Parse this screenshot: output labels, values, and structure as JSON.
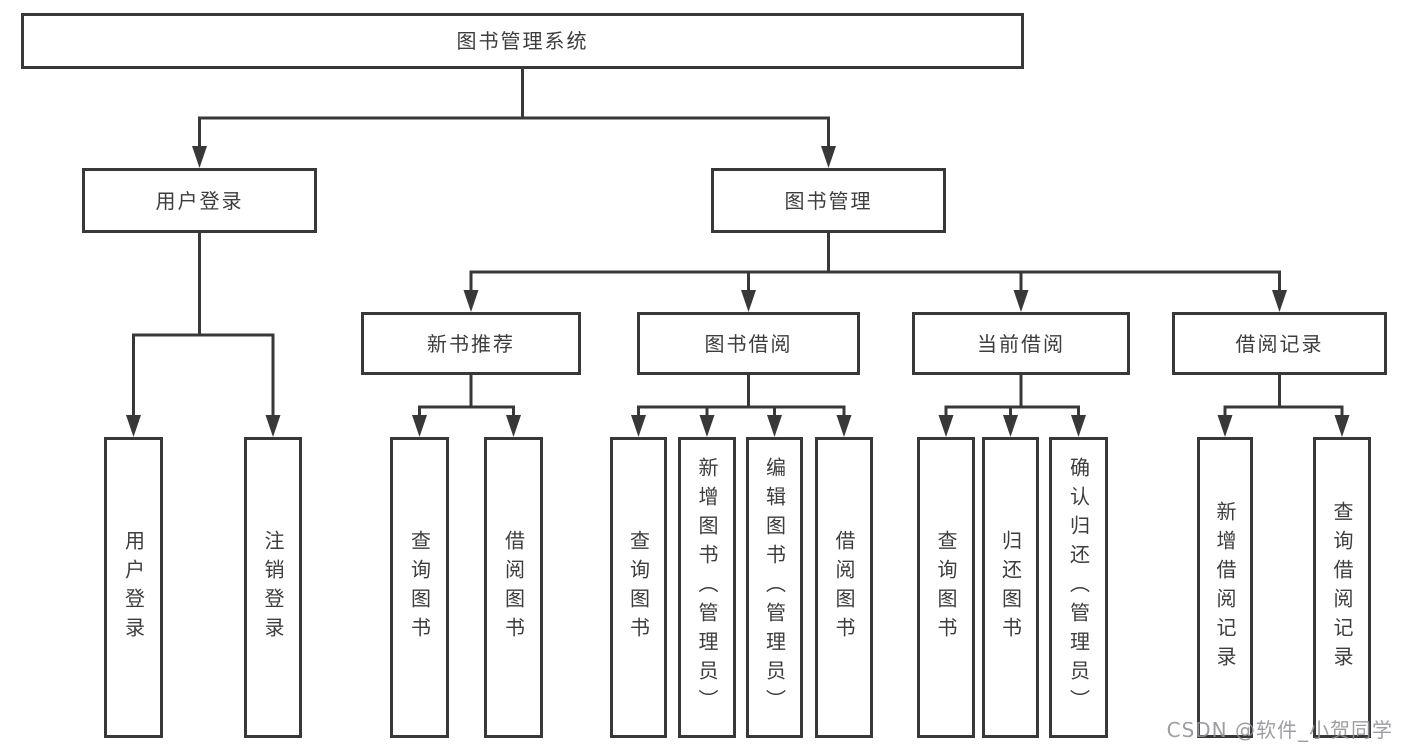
{
  "tree": {
    "label": "图书管理系统",
    "children": [
      {
        "label": "用户登录",
        "children": [
          {
            "label": "用户登录"
          },
          {
            "label": "注销登录"
          }
        ]
      },
      {
        "label": "图书管理",
        "children": [
          {
            "label": "新书推荐",
            "children": [
              {
                "label": "查询图书"
              },
              {
                "label": "借阅图书"
              }
            ]
          },
          {
            "label": "图书借阅",
            "children": [
              {
                "label": "查询图书"
              },
              {
                "label": "新增图书（管理员）"
              },
              {
                "label": "编辑图书（管理员）"
              },
              {
                "label": "借阅图书"
              }
            ]
          },
          {
            "label": "当前借阅",
            "children": [
              {
                "label": "查询图书"
              },
              {
                "label": "归还图书"
              },
              {
                "label": "确认归还（管理员）"
              }
            ]
          },
          {
            "label": "借阅记录",
            "children": [
              {
                "label": "新增借阅记录"
              },
              {
                "label": "查询借阅记录"
              }
            ]
          }
        ]
      }
    ]
  },
  "watermark": "CSDN @软件_小贺同学",
  "colors": {
    "line": "#383838",
    "box_border": "#383838",
    "text": "#3d3d3d",
    "watermark": "#949498",
    "background": "#ffffff"
  }
}
